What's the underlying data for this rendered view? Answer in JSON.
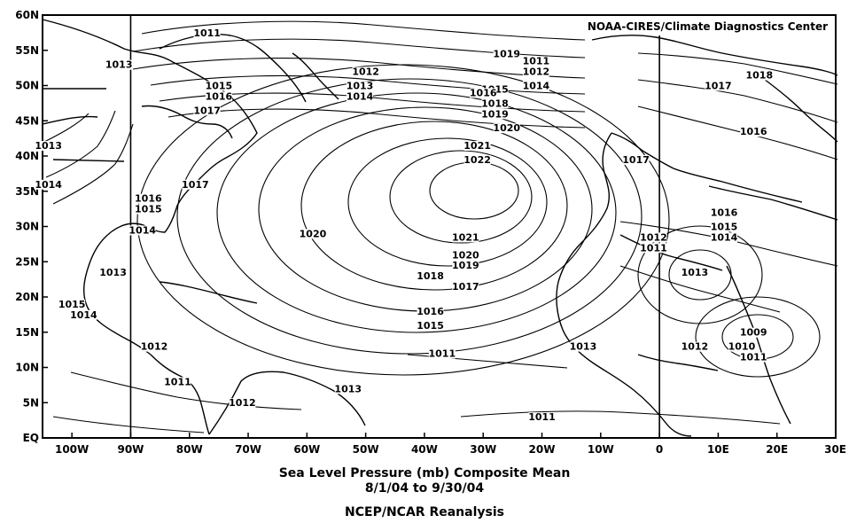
{
  "credit": "NOAA-CIRES/Climate Diagnostics Center",
  "latitude_labels": [
    "60N",
    "55N",
    "50N",
    "45N",
    "40N",
    "35N",
    "30N",
    "25N",
    "20N",
    "15N",
    "10N",
    "5N",
    "EQ"
  ],
  "longitude_labels": [
    "100W",
    "90W",
    "80W",
    "70W",
    "60W",
    "50W",
    "40W",
    "30W",
    "20W",
    "10W",
    "0",
    "10E",
    "20E",
    "30E"
  ],
  "caption": {
    "line1": "Sea Level Pressure (mb) Composite Mean",
    "line2": "8/1/04   to 9/30/04",
    "line3": "NCEP/NCAR Reanalysis"
  },
  "map": {
    "lat_range": [
      0,
      60
    ],
    "lon_range": [
      -105,
      30
    ],
    "contour_unit": "mb"
  },
  "isobar_labels": [
    {
      "text": "1011",
      "lon": -77,
      "lat": 57
    },
    {
      "text": "1013",
      "lon": -92,
      "lat": 52.5
    },
    {
      "text": "1015",
      "lon": -75,
      "lat": 49.5
    },
    {
      "text": "1016",
      "lon": -75,
      "lat": 48
    },
    {
      "text": "1017",
      "lon": -77,
      "lat": 46
    },
    {
      "text": "1012",
      "lon": -50,
      "lat": 51.5
    },
    {
      "text": "1013",
      "lon": -51,
      "lat": 49.5
    },
    {
      "text": "1014",
      "lon": -51,
      "lat": 48
    },
    {
      "text": "1019",
      "lon": -26,
      "lat": 54
    },
    {
      "text": "1011",
      "lon": -21,
      "lat": 53
    },
    {
      "text": "1012",
      "lon": -21,
      "lat": 51.5
    },
    {
      "text": "1014",
      "lon": -21,
      "lat": 49.5
    },
    {
      "text": "1015",
      "lon": -28,
      "lat": 49
    },
    {
      "text": "1016",
      "lon": -30,
      "lat": 48.5
    },
    {
      "text": "1018",
      "lon": -28,
      "lat": 47
    },
    {
      "text": "1019",
      "lon": -28,
      "lat": 45.5
    },
    {
      "text": "1020",
      "lon": -26,
      "lat": 43.5
    },
    {
      "text": "1021",
      "lon": -31,
      "lat": 41
    },
    {
      "text": "1022",
      "lon": -31,
      "lat": 39
    },
    {
      "text": "1018",
      "lon": 17,
      "lat": 51
    },
    {
      "text": "1017",
      "lon": 10,
      "lat": 49.5
    },
    {
      "text": "1016",
      "lon": 16,
      "lat": 43
    },
    {
      "text": "1013",
      "lon": -104,
      "lat": 41
    },
    {
      "text": "1014",
      "lon": -104,
      "lat": 35.5
    },
    {
      "text": "1017",
      "lon": -79,
      "lat": 35.5
    },
    {
      "text": "1016",
      "lon": -87,
      "lat": 33.5
    },
    {
      "text": "1015",
      "lon": -87,
      "lat": 32
    },
    {
      "text": "1014",
      "lon": -88,
      "lat": 29
    },
    {
      "text": "1017",
      "lon": -4,
      "lat": 39
    },
    {
      "text": "1020",
      "lon": -59,
      "lat": 28.5
    },
    {
      "text": "1021",
      "lon": -33,
      "lat": 28
    },
    {
      "text": "1020",
      "lon": -33,
      "lat": 25.5
    },
    {
      "text": "1019",
      "lon": -33,
      "lat": 24
    },
    {
      "text": "1018",
      "lon": -39,
      "lat": 22.5
    },
    {
      "text": "1017",
      "lon": -33,
      "lat": 21
    },
    {
      "text": "1016",
      "lon": -39,
      "lat": 17.5
    },
    {
      "text": "1015",
      "lon": -39,
      "lat": 15.5
    },
    {
      "text": "1011",
      "lon": -37,
      "lat": 11.5
    },
    {
      "text": "1016",
      "lon": 11,
      "lat": 31.5
    },
    {
      "text": "1015",
      "lon": 11,
      "lat": 29.5
    },
    {
      "text": "1014",
      "lon": 11,
      "lat": 28
    },
    {
      "text": "1012",
      "lon": -1,
      "lat": 28
    },
    {
      "text": "1011",
      "lon": -1,
      "lat": 26.5
    },
    {
      "text": "1013",
      "lon": 6,
      "lat": 23
    },
    {
      "text": "1013",
      "lon": -93,
      "lat": 23
    },
    {
      "text": "1015",
      "lon": -100,
      "lat": 18.5
    },
    {
      "text": "1014",
      "lon": -98,
      "lat": 17
    },
    {
      "text": "1012",
      "lon": -86,
      "lat": 12.5
    },
    {
      "text": "1011",
      "lon": -82,
      "lat": 7.5
    },
    {
      "text": "1012",
      "lon": -71,
      "lat": 4.5
    },
    {
      "text": "1013",
      "lon": -53,
      "lat": 6.5
    },
    {
      "text": "1013",
      "lon": -13,
      "lat": 12.5
    },
    {
      "text": "1012",
      "lon": 6,
      "lat": 12.5
    },
    {
      "text": "1010",
      "lon": 14,
      "lat": 12.5
    },
    {
      "text": "1009",
      "lon": 16,
      "lat": 14.5
    },
    {
      "text": "1011",
      "lon": 16,
      "lat": 11
    },
    {
      "text": "1011",
      "lon": -20,
      "lat": 2.5
    }
  ],
  "colors": {
    "ink": "#000000",
    "background": "#ffffff"
  }
}
